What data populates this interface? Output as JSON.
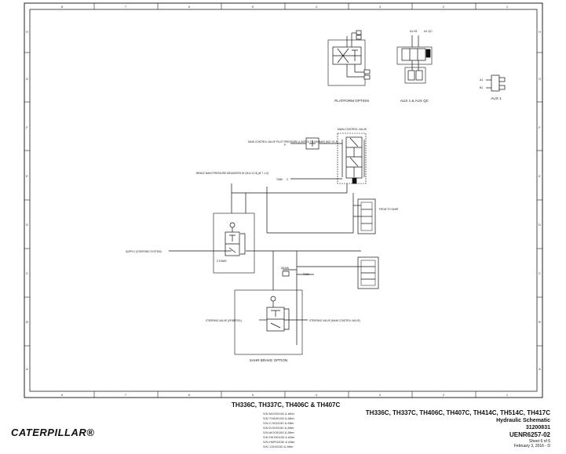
{
  "border": {
    "columns": [
      "8",
      "7",
      "6",
      "5",
      "4",
      "3",
      "2",
      "1"
    ],
    "rows": [
      "H",
      "G",
      "F",
      "E",
      "D",
      "C",
      "B",
      "A"
    ]
  },
  "labels": {
    "platform_option": "PLATFORM OPTION",
    "aux1_auxqc": "AUX 1 & AUX QC",
    "aux1": "AUX 1",
    "aux_a1": "A1",
    "aux_b1": "B1",
    "aux_a1_b1_small": "A1 B1",
    "aux_qc": "A1 QC",
    "main_control_valve": "MAIN CONTROL VALVE",
    "main_pilot_pressure": "MAIN CONTROL VALVE PILOT PRESSURE (LIMITED TO 500 BAR) (M17 X1.5)",
    "brake_pressure": "BRAKE MAIN PRESSURE MEASURED AT (M14 X1.5) (B.T. 1.5)",
    "tank": "TANK",
    "supply_steering": "SUPPLY (STEERING SYSTEM)",
    "bar_value": "2.5 BAR",
    "to_service": "FROM TO SAHR",
    "drain": "DRAIN",
    "tank_small": "TANK",
    "steering_valve": "STEERING VALVE (ORBITROL)",
    "steering_valve_right": "STEERING VALVE (MAIN CONTROL VALVE)",
    "sahr_brake_option": "SAHR BRAKE OPTION"
  },
  "footer": {
    "models_left": "TH336C, TH337C, TH406C & TH407C",
    "serials": [
      "S/N MJX00150 & After",
      "S/N THA00150 & After",
      "S/N CJX00150 & After",
      "S/N DJX00150 & After",
      "S/N AKX00150 & After",
      "S/N HKX00150 & After",
      "S/N HNP00150 & After",
      "S/N JJX00150 & After"
    ],
    "logo": "CATERPILLAR®",
    "models_right": "TH336C, TH337C, TH406C, TH407C, TH414C, TH514C, TH417C",
    "title": "Hydraulic Schematic",
    "part_number": "31200831",
    "doc_number": "UENR6257-02",
    "sheet": "Sheet 6 of 6",
    "date": "February 3, 2016 - D"
  }
}
